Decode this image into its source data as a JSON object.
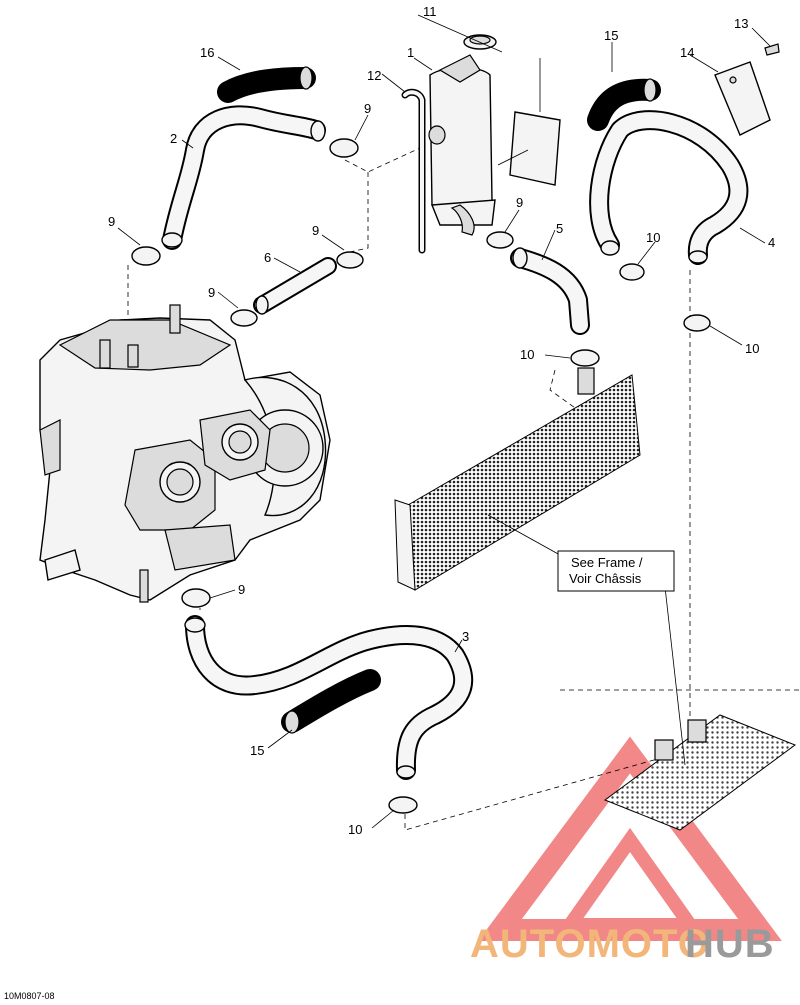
{
  "callouts": {
    "c1": "1",
    "c2": "2",
    "c3": "3",
    "c4": "4",
    "c5": "5",
    "c6": "6",
    "c9a": "9",
    "c9b": "9",
    "c9c": "9",
    "c9d": "9",
    "c9e": "9",
    "c9f": "9",
    "c10a": "10",
    "c10b": "10",
    "c10c": "10",
    "c10d": "10",
    "c11": "11",
    "c12": "12",
    "c13": "13",
    "c14": "14",
    "c15a": "15",
    "c15b": "15",
    "c16": "16"
  },
  "reference_box": {
    "line1": "See Frame /",
    "line2": "Voir Châssis"
  },
  "doc_ref": "10M0807-08",
  "watermark": {
    "part1": "AUTOMOTO",
    "part2": "HUB",
    "colors": {
      "orange": "#f3b67a",
      "gray": "#9a9a9a",
      "red": "#ee6060"
    }
  }
}
